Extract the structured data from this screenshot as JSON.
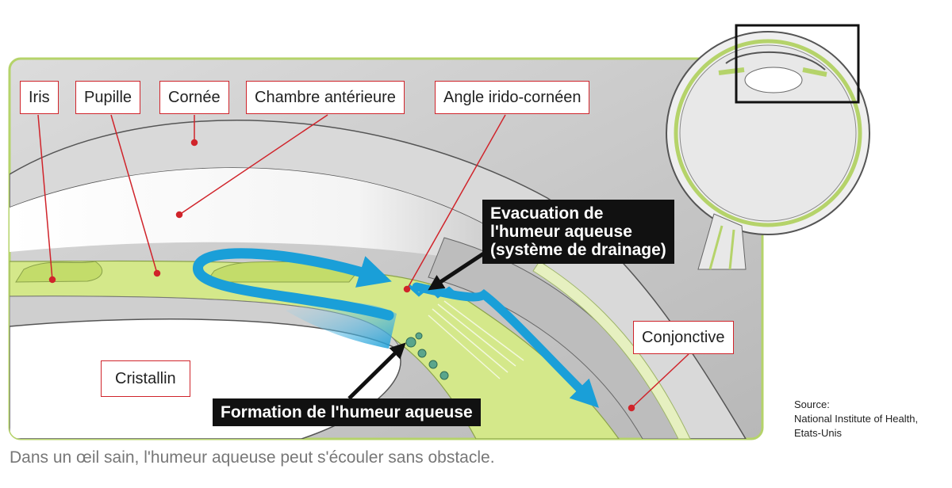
{
  "labels": {
    "iris": "Iris",
    "pupille": "Pupille",
    "cornee": "Cornée",
    "chambre": "Chambre antérieure",
    "angle": "Angle irido-cornéen",
    "conjonctive": "Conjonctive",
    "cristallin": "Cristallin"
  },
  "callouts": {
    "evacuation": [
      "Evacuation de",
      "l'humeur aqueuse",
      "(système de drainage)"
    ],
    "formation": "Formation de l'humeur aqueuse"
  },
  "source": {
    "line1": "Source:",
    "line2": "National Institute of Health,",
    "line3": "Etats-Unis"
  },
  "caption": "Dans un œil sain, l'humeur aqueuse peut s'écouler sans obstacle.",
  "colors": {
    "panel_gray": "#c8c8c8",
    "tissue_green": "#d4e88a",
    "arrow_blue": "#1a9fd8",
    "label_red": "#d0242b",
    "frame_green": "#b5d36a"
  }
}
